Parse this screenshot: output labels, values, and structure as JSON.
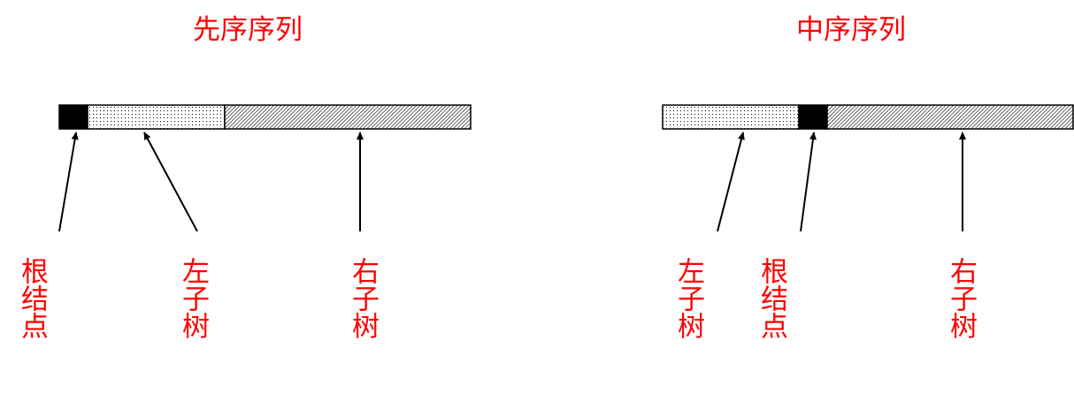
{
  "diagrams": [
    {
      "title": "先序序列",
      "labels": {
        "root": "根结点",
        "left_subtree": "左子树",
        "right_subtree": "右子树"
      }
    },
    {
      "title": "中序序列",
      "labels": {
        "left_subtree": "左子树",
        "root": "根结点",
        "right_subtree": "右子树"
      }
    }
  ],
  "colors": {
    "label": "#ff0000",
    "stroke": "#000000",
    "root_fill": "#000000"
  }
}
